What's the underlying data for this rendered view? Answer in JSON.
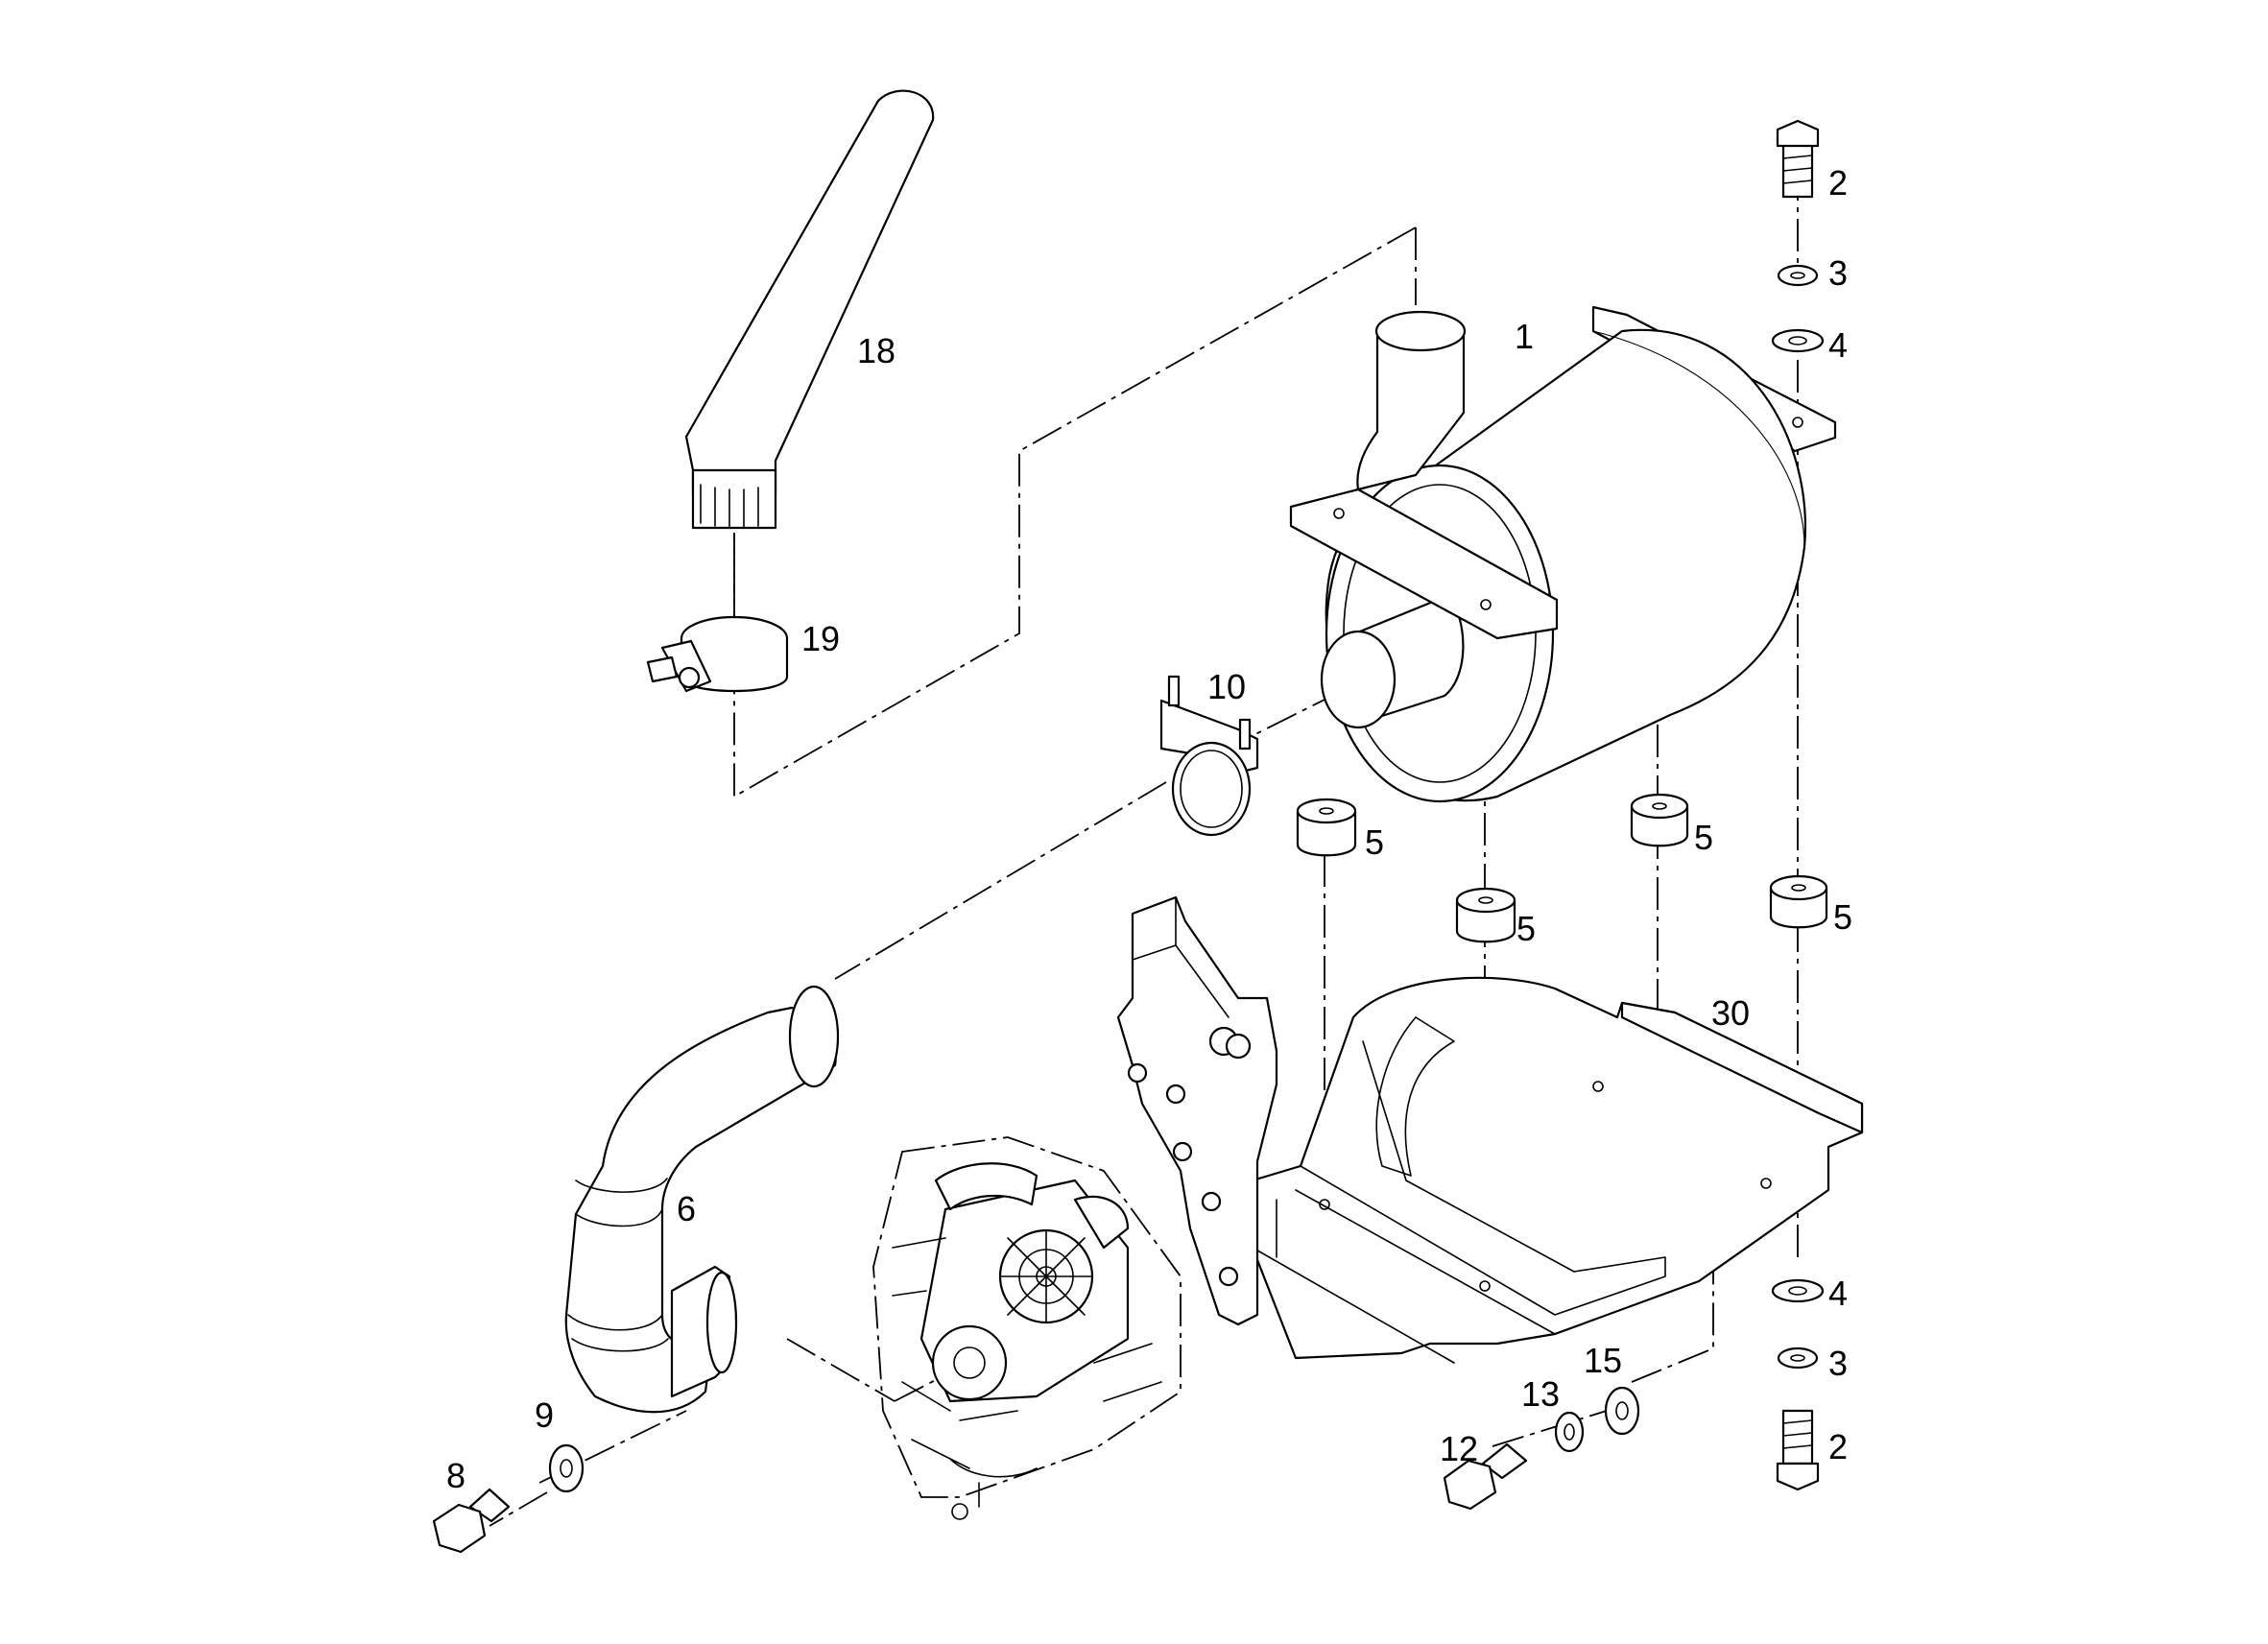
{
  "diagram": {
    "type": "exploded-parts-diagram",
    "line_color": "#000000",
    "background_color": "#ffffff",
    "callouts": [
      {
        "id": "c1",
        "text": "1"
      },
      {
        "id": "c2a",
        "text": "2"
      },
      {
        "id": "c3a",
        "text": "3"
      },
      {
        "id": "c4a",
        "text": "4"
      },
      {
        "id": "c5a",
        "text": "5"
      },
      {
        "id": "c5b",
        "text": "5"
      },
      {
        "id": "c5c",
        "text": "5"
      },
      {
        "id": "c5d",
        "text": "5"
      },
      {
        "id": "c6",
        "text": "6"
      },
      {
        "id": "c8",
        "text": "8"
      },
      {
        "id": "c9",
        "text": "9"
      },
      {
        "id": "c10",
        "text": "10"
      },
      {
        "id": "c12",
        "text": "12"
      },
      {
        "id": "c13",
        "text": "13"
      },
      {
        "id": "c15",
        "text": "15"
      },
      {
        "id": "c18",
        "text": "18"
      },
      {
        "id": "c19",
        "text": "19"
      },
      {
        "id": "c30",
        "text": "30"
      },
      {
        "id": "c4b",
        "text": "4"
      },
      {
        "id": "c3b",
        "text": "3"
      },
      {
        "id": "c2b",
        "text": "2"
      }
    ]
  }
}
